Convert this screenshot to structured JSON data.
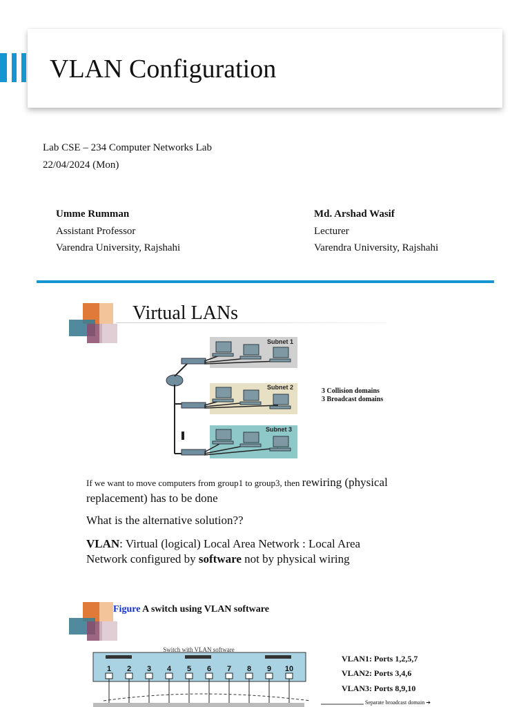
{
  "header": {
    "title": "VLAN Configuration",
    "accent_color": "#1596d1"
  },
  "course": {
    "line": "Lab CSE – 234 Computer Networks Lab",
    "date": "22/04/2024 (Mon)"
  },
  "authors": [
    {
      "name": "Umme Rumman",
      "role": "Assistant Professor",
      "org": "Varendra University, Rajshahi"
    },
    {
      "name": "Md. Arshad Wasif",
      "role": "Lecturer",
      "org": "Varendra University, Rajshahi"
    }
  ],
  "slide": {
    "title": "Virtual LANs",
    "subnets": [
      "Subnet 1",
      "Subnet 2",
      "Subnet 3"
    ],
    "subnet_colors": [
      "#d0d0d0",
      "#e8e0c4",
      "#8fc8c8"
    ],
    "domains_note": [
      "3 Collision domains",
      "3 Broadcast domains"
    ],
    "para1_small": "If we want to move  computers from group1 to group3, then ",
    "para1_large": "rewiring (physical replacement) has to be done",
    "para2": "What is the alternative solution??",
    "para3_bold1": "VLAN",
    "para3_text1": ": Virtual (logical) Local Area Network : Local Area Network configured by ",
    "para3_bold2": "software",
    "para3_text2": " not by physical wiring"
  },
  "figure": {
    "caption_label": "Figure",
    "caption_text": " A switch using VLAN software",
    "switch_label": "Switch with VLAN software",
    "ports": [
      "1",
      "2",
      "3",
      "4",
      "5",
      "6",
      "7",
      "8",
      "9",
      "10"
    ],
    "vlans": [
      "VLAN1: Ports 1,2,5,7",
      "VLAN2: Ports 3,4,6",
      "VLAN3: Ports 8,9,10"
    ],
    "broadcast_note": "Separate broadcast domain ➔"
  }
}
